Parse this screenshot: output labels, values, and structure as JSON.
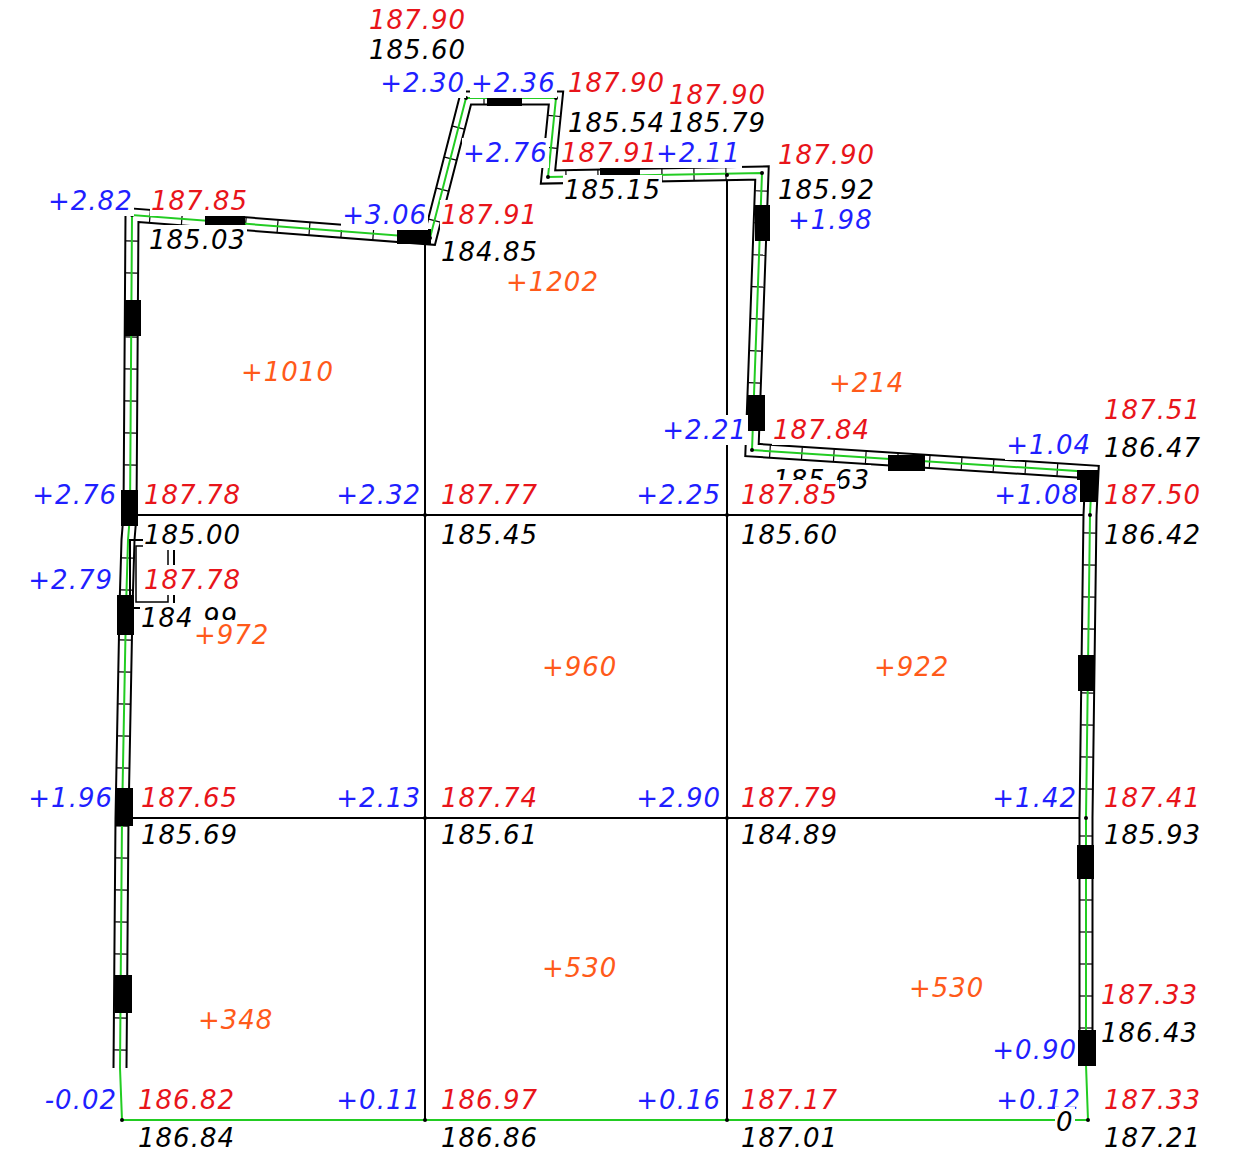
{
  "diagram": {
    "labels": [
      "187.90",
      "185.60",
      "+2.30",
      "+2.36",
      "187.90",
      "187.90",
      "185.54",
      "185.79",
      "+2.76",
      "187.91",
      "+2.11",
      "185.15",
      "187.90",
      "185.92",
      "+1.98",
      "+2.82",
      "187.85",
      "185.03",
      "+3.06",
      "187.91",
      "184.85",
      "+1202",
      "+1010",
      "+214",
      "+2.21",
      "187.84",
      "185.63",
      "187.51",
      "+1.04",
      "186.47",
      "+2.76",
      "187.78",
      "185.00",
      "+2.32",
      "187.77",
      "185.45",
      "+2.25",
      "187.85",
      "185.60",
      "+1.08",
      "187.50",
      "186.42",
      "+2.79",
      "187.78",
      "184.99",
      "+972",
      "+960",
      "+922",
      "+1.96",
      "187.65",
      "185.69",
      "+2.13",
      "187.74",
      "185.61",
      "+2.90",
      "187.79",
      "184.89",
      "+1.42",
      "187.41",
      "185.93",
      "+530",
      "+530",
      "+348",
      "187.33",
      "186.43",
      "+0.90",
      "-0.02",
      "186.82",
      "+0.11",
      "186.97",
      "+0.16",
      "187.17",
      "+0.12",
      "187.33",
      "0",
      "186.84",
      "186.86",
      "187.01",
      "187.21"
    ]
  }
}
